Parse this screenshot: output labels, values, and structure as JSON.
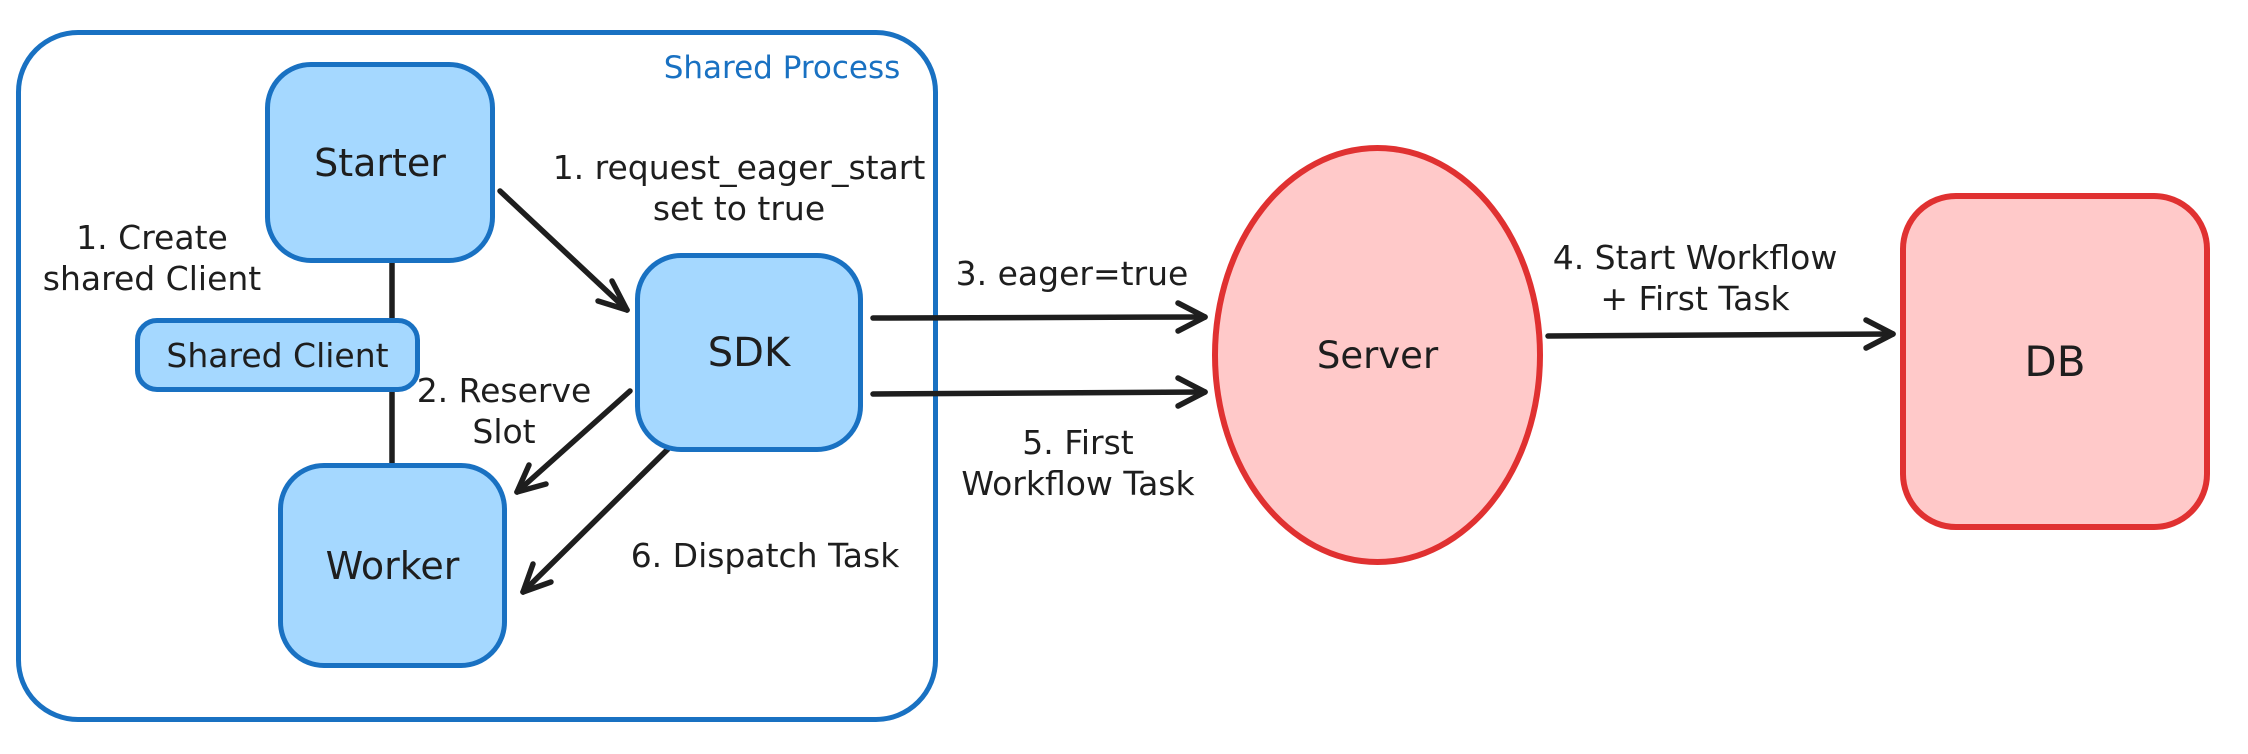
{
  "diagram": {
    "container": {
      "label": "Shared Process"
    },
    "nodes": {
      "starter": {
        "label": "Starter"
      },
      "shared_client": {
        "label": "Shared Client"
      },
      "worker": {
        "label": "Worker"
      },
      "sdk": {
        "label": "SDK"
      },
      "server": {
        "label": "Server"
      },
      "db": {
        "label": "DB"
      }
    },
    "annotations": {
      "create_shared_client": "1. Create\nshared Client",
      "request_eager_start": "1. request_eager_start\nset to true",
      "reserve_slot": "2. Reserve\nSlot",
      "eager_true": "3. eager=true",
      "start_workflow": "4. Start Workflow\n+ First Task",
      "first_workflow_task": "5. First\nWorkflow Task",
      "dispatch_task": "6. Dispatch Task"
    },
    "colors": {
      "blue_stroke": "#1971c2",
      "blue_fill": "#a5d8ff",
      "red_stroke": "#e03131",
      "red_fill": "#ffc9c9",
      "ink": "#1e1e1e",
      "background": "#ffffff"
    }
  }
}
